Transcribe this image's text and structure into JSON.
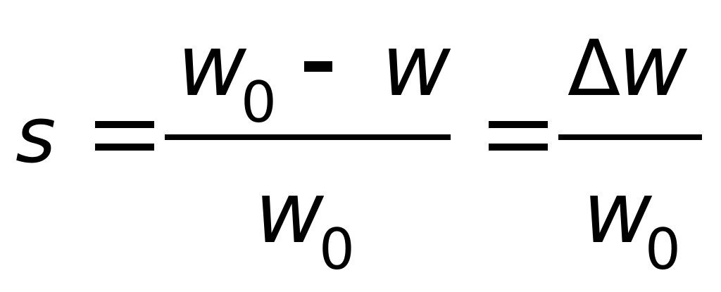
{
  "formula": {
    "lhs": "s",
    "equals": "=",
    "fraction1": {
      "numerator": {
        "term1": "w",
        "term1_subscript": "0",
        "operator": "-",
        "term2": "w"
      },
      "denominator": {
        "term": "w",
        "subscript": "0"
      }
    },
    "equals2": "=",
    "fraction2": {
      "numerator": {
        "delta": "Δ",
        "term": "w"
      },
      "denominator": {
        "term": "w",
        "subscript": "0"
      }
    }
  },
  "colors": {
    "ink": "#000000",
    "background": "#ffffff"
  }
}
